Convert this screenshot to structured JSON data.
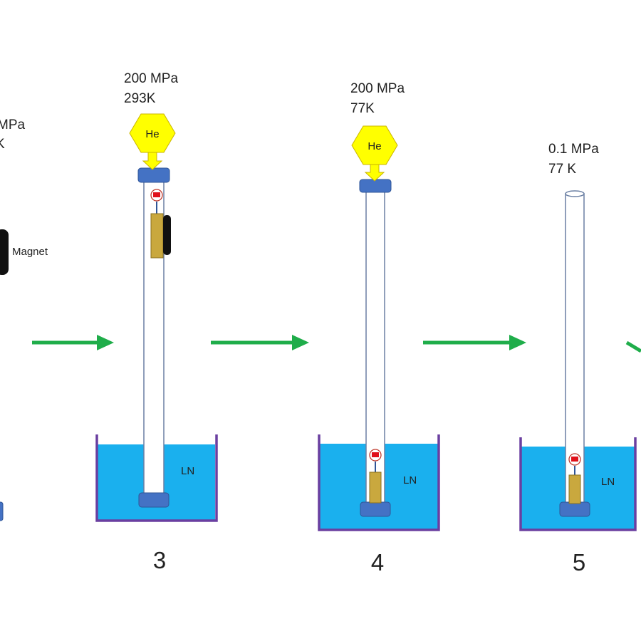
{
  "colors": {
    "tube_fill": "#ffffff",
    "tube_stroke": "#6a7fa3",
    "cap": "#4472c4",
    "cap_stroke": "#2f5597",
    "liquid": "#1ab0ee",
    "dewar": "#6a3fa0",
    "arrow": "#1fad4a",
    "he_fill": "#ffff00",
    "he_stroke": "#c9b400",
    "sample": "#c9a83e",
    "sample_stroke": "#8a7020",
    "magnet": "#111111",
    "text": "#222222"
  },
  "partial_stage": {
    "condition_line1": "MPa",
    "condition_line2": "K",
    "magnet_label": "Magnet"
  },
  "stages": [
    {
      "number": "3",
      "pressure": "200 MPa",
      "temperature": "293K",
      "gas_label": "He",
      "liquid_label": "LN",
      "sample_position": "top",
      "magnet_attached": true,
      "pressurized": true
    },
    {
      "number": "4",
      "pressure": "200 MPa",
      "temperature": "77K",
      "gas_label": "He",
      "liquid_label": "LN",
      "sample_position": "bottom",
      "magnet_attached": false,
      "pressurized": true
    },
    {
      "number": "5",
      "pressure": "0.1 MPa",
      "temperature": "77 K",
      "gas_label": "",
      "liquid_label": "LN",
      "sample_position": "bottom",
      "magnet_attached": false,
      "pressurized": false
    }
  ],
  "arrow_count": 4
}
